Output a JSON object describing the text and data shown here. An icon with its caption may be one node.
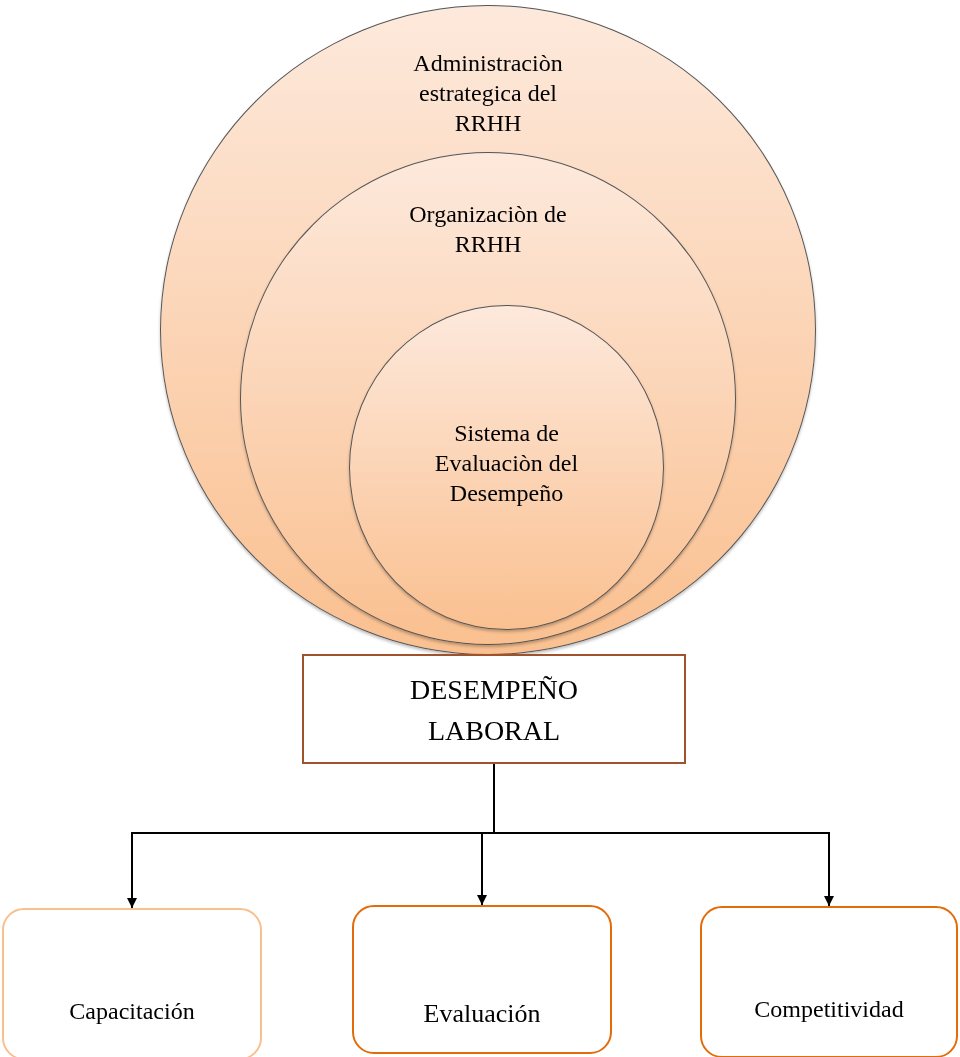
{
  "diagram": {
    "nodes": [
      {
        "text": [
          "Administraciòn estrategica del RRHH"
        ]
      },
      {
        "text": [
          "Organizaciòn de RRHH"
        ],
        "in": 0
      },
      {
        "text": [
          "Sistema de Evaluaciòn del Desempeño"
        ],
        "in": 1
      },
      {
        "text": [
          "DESEMPEÑO LABORAL"
        ]
      },
      {
        "text": [
          "Capacitación"
        ]
      },
      {
        "text": [
          "Evaluación"
        ]
      },
      {
        "text": [
          "Competitividad"
        ]
      }
    ],
    "edges": [
      {
        "from": 3,
        "to": 4,
        "arrow": "to"
      },
      {
        "from": 3,
        "to": 5,
        "arrow": "to"
      },
      {
        "from": 3,
        "to": 6,
        "arrow": "to"
      }
    ]
  }
}
